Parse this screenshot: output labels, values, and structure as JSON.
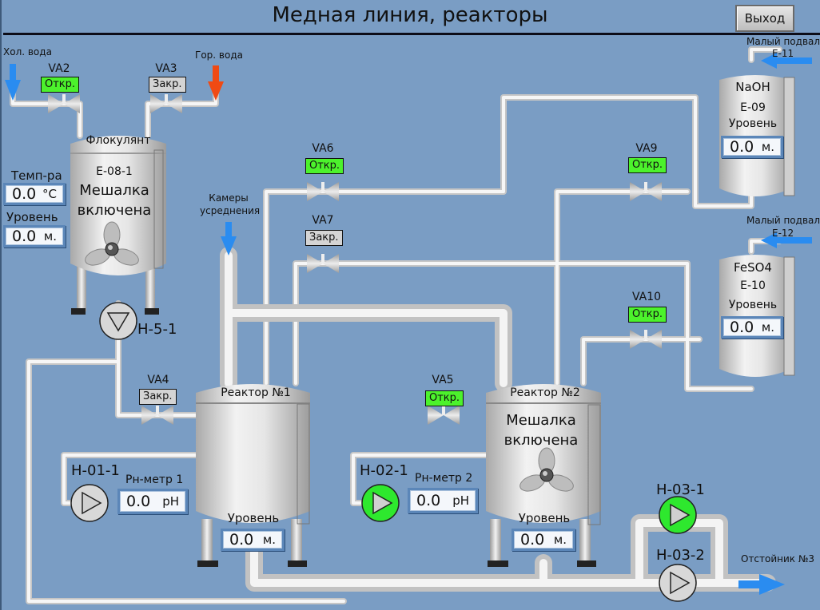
{
  "header": {
    "title": "Медная линия, реакторы",
    "exit_label": "Выход"
  },
  "inlets": {
    "cold_water": "Хол. вода",
    "hot_water": "Гор. вода",
    "equalization": "Камеры усреднения",
    "small_basement_1": "Малый подвал",
    "small_basement_1_tag": "E-11",
    "small_basement_2": "Малый подвал",
    "small_basement_2_tag": "E-12",
    "outlet": "Отстойник №3"
  },
  "valves": {
    "va2": {
      "name": "VA2",
      "state": "Откр."
    },
    "va3": {
      "name": "VA3",
      "state": "Закр."
    },
    "va4": {
      "name": "VA4",
      "state": "Закр."
    },
    "va5": {
      "name": "VA5",
      "state": "Откр."
    },
    "va6": {
      "name": "VA6",
      "state": "Откр."
    },
    "va7": {
      "name": "VA7",
      "state": "Закр."
    },
    "va9": {
      "name": "VA9",
      "state": "Откр."
    },
    "va10": {
      "name": "VA10",
      "state": "Откр."
    }
  },
  "flocculant": {
    "title": "Флокулянт",
    "tag": "E-08-1",
    "mixer_status": "Мешалка включена",
    "mixer_line1": "Мешалка",
    "mixer_line2": "включена",
    "temp_label": "Темп-ра",
    "temp_value": "0.0",
    "temp_unit": "°C",
    "level_label": "Уровень",
    "level_value": "0.0",
    "level_unit": "м."
  },
  "naoh": {
    "title": "NaOH",
    "tag": "E-09",
    "level_label": "Уровень",
    "level_value": "0.0",
    "level_unit": "м."
  },
  "feso4": {
    "title": "FeSO4",
    "tag": "E-10",
    "level_label": "Уровень",
    "level_value": "0.0",
    "level_unit": "м."
  },
  "reactor1": {
    "title": "Реактор №1",
    "level_label": "Уровень",
    "level_value": "0.0",
    "level_unit": "м.",
    "ph_label": "Рн-метр 1",
    "ph_value": "0.0",
    "ph_unit": "pH"
  },
  "reactor2": {
    "title": "Реактор №2",
    "mixer_line1": "Мешалка",
    "mixer_line2": "включена",
    "level_label": "Уровень",
    "level_value": "0.0",
    "level_unit": "м.",
    "ph_label": "Рн-метр 2",
    "ph_value": "0.0",
    "ph_unit": "pH"
  },
  "pumps": {
    "h51": {
      "name": "Н-5-1",
      "running": false
    },
    "h011": {
      "name": "Н-01-1",
      "running": false
    },
    "h021": {
      "name": "Н-02-1",
      "running": true
    },
    "h031": {
      "name": "Н-03-1",
      "running": true
    },
    "h032": {
      "name": "Н-03-2",
      "running": false
    }
  },
  "colors": {
    "background": "#7a9dc4",
    "open_valve": "#4cf22c",
    "closed_valve": "#d4d4d4",
    "pump_running": "#2ee82e",
    "pump_stopped": "#d8d8d8",
    "cold_arrow": "#2a8cf0",
    "hot_arrow": "#f04a14"
  }
}
